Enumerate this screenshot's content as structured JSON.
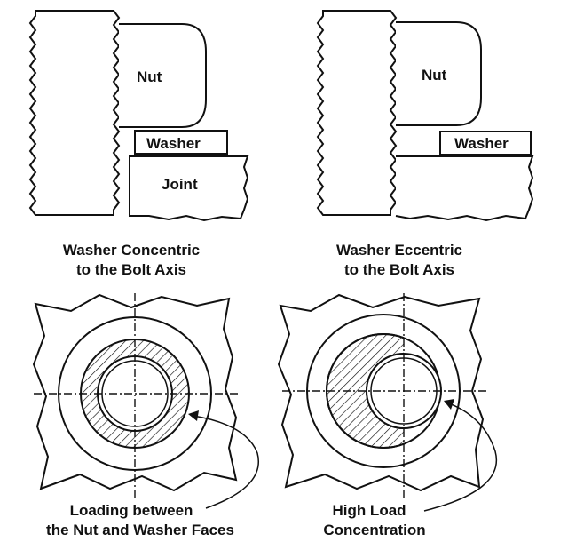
{
  "top_left": {
    "nut_label": "Nut",
    "washer_label": "Washer",
    "joint_label": "Joint",
    "caption_line1": "Washer Concentric",
    "caption_line2": "to the Bolt Axis"
  },
  "top_right": {
    "nut_label": "Nut",
    "washer_label": "Washer",
    "caption_line1": "Washer Eccentric",
    "caption_line2": "to the Bolt Axis"
  },
  "bottom_left": {
    "caption_line1": "Loading between",
    "caption_line2": "the Nut and Washer Faces"
  },
  "bottom_right": {
    "caption_line1": "High Load",
    "caption_line2": "Concentration"
  }
}
